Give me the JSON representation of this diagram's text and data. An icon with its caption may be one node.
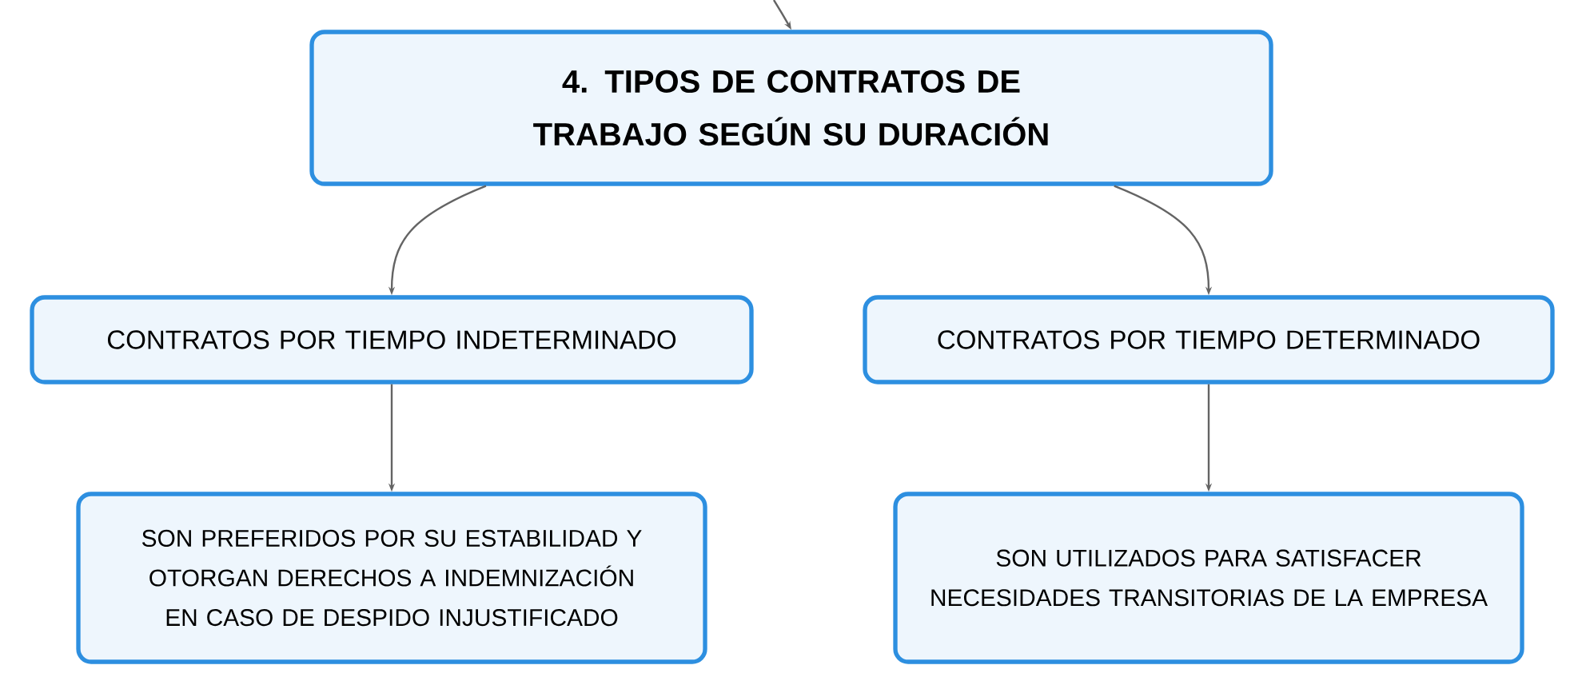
{
  "diagram": {
    "nodes": [
      {
        "text": [
          "4. TIPOS DE CONTRATOS DE TRABAJO SEGÚN SU DURACIÓN"
        ]
      },
      {
        "text": [
          "CONTRATOS POR TIEMPO INDETERMINADO"
        ]
      },
      {
        "text": [
          "CONTRATOS POR TIEMPO DETERMINADO"
        ]
      },
      {
        "text": [
          "SON PREFERIDOS POR SU ESTABILIDAD Y OTORGAN DERECHOS A INDEMNIZACIÓN EN CASO DE DESPIDO INJUSTIFICADO"
        ]
      },
      {
        "text": [
          "SON UTILIZADOS PARA SATISFACER NECESIDADES TRANSITORIAS DE LA EMPRESA"
        ]
      }
    ],
    "edges": [
      {
        "from": null,
        "to": 0,
        "arrow": "to"
      },
      {
        "from": 0,
        "to": 1,
        "arrow": "to"
      },
      {
        "from": 0,
        "to": 2,
        "arrow": "to"
      },
      {
        "from": 1,
        "to": 3,
        "arrow": "to"
      },
      {
        "from": 2,
        "to": 4,
        "arrow": "to"
      }
    ]
  }
}
